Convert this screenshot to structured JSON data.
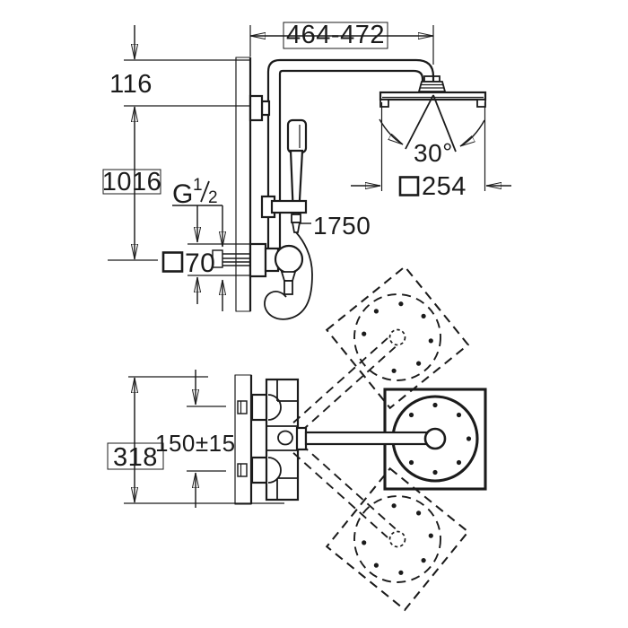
{
  "colors": {
    "ink": "#1b1b1b",
    "background": "#ffffff"
  },
  "side_view": {
    "dim_width_range": "464-472",
    "dim_top_offset": "116",
    "dim_rail_length": "1016",
    "thread_label": {
      "prefix": "G",
      "numerator": "1",
      "denominator": "2"
    },
    "escutcheon_dim": {
      "symbol": "square-symbol",
      "value": "70"
    },
    "hose_length_label": "1750",
    "swivel_angle": {
      "value": "30",
      "unit": "°"
    },
    "head_dim": {
      "symbol": "square-symbol",
      "value": "254"
    }
  },
  "plan_view": {
    "dim_total_height": "318",
    "dim_inlet_spacing": "150±15"
  }
}
